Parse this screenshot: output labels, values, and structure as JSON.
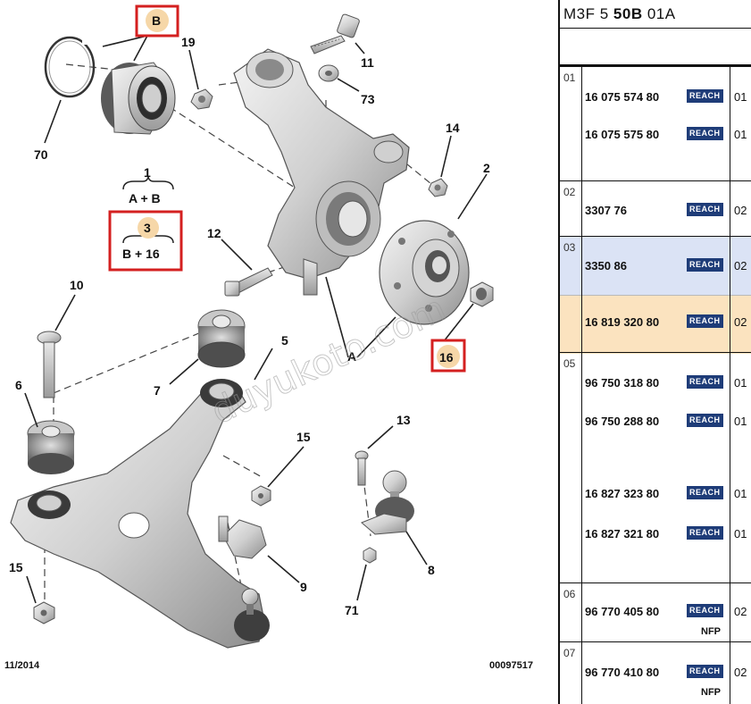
{
  "diagram": {
    "callouts": [
      "B",
      "19",
      "11",
      "73",
      "70",
      "14",
      "2",
      "1",
      "A + B",
      "3",
      "B + 16",
      "12",
      "10",
      "5",
      "7",
      "16",
      "A",
      "6",
      "15",
      "13",
      "9",
      "8",
      "15",
      "71"
    ],
    "footer_date": "11/2014",
    "footer_ref": "00097517",
    "watermark": "duyukoto.com"
  },
  "parts_table": {
    "header_prefix": "M3F 5 ",
    "header_bold": "50B",
    "header_suffix": " 01A",
    "badge_text": "REACH",
    "groups": [
      {
        "index": "01",
        "rows": [
          {
            "part": "16 075 574 80",
            "qty": "01",
            "reach": true
          },
          {
            "part": "16 075 575 80",
            "qty": "01",
            "reach": true
          }
        ]
      },
      {
        "index": "02",
        "rows": [
          {
            "part": "3307 76",
            "qty": "02",
            "reach": true
          }
        ]
      },
      {
        "index": "03",
        "rows": [
          {
            "part": "3350 86",
            "qty": "02",
            "reach": true
          },
          {
            "part": "16 819 320 80",
            "qty": "02",
            "reach": true
          }
        ]
      },
      {
        "index": "05",
        "rows": [
          {
            "part": "96 750 318 80",
            "qty": "01",
            "reach": true
          },
          {
            "part": "96 750 288 80",
            "qty": "01",
            "reach": true
          },
          {
            "part": "16 827 323 80",
            "qty": "01",
            "reach": true
          },
          {
            "part": "16 827 321 80",
            "qty": "01",
            "reach": true
          }
        ]
      },
      {
        "index": "06",
        "rows": [
          {
            "part": "96 770 405 80",
            "qty": "02",
            "reach": true,
            "note": "NFP"
          }
        ]
      },
      {
        "index": "07",
        "rows": [
          {
            "part": "96 770 410 80",
            "qty": "02",
            "reach": true,
            "note": "NFP"
          }
        ]
      }
    ],
    "highlight_colors": {
      "group03_row1": "#dbe3f5",
      "group03_row2": "#fbe3bf"
    }
  },
  "highlight_box_color": "#d42020",
  "callout_fill_color": "#f6d7a8"
}
